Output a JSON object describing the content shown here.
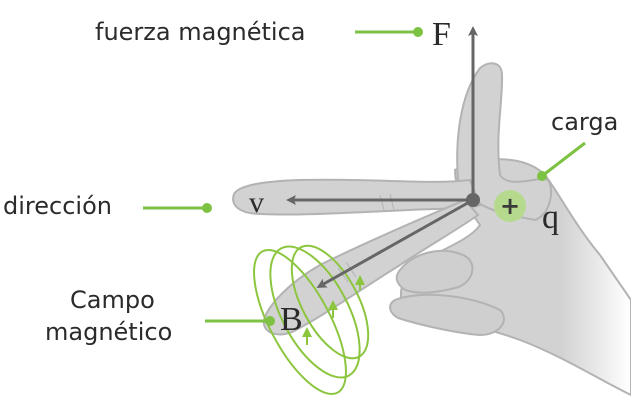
{
  "labels": {
    "force": "fuerza magnética",
    "direction": "dirección",
    "charge": "carga",
    "field_line1": "Campo",
    "field_line2": "magnético"
  },
  "symbols": {
    "force": "F",
    "velocity": "v",
    "field": "B",
    "charge": "q",
    "charge_sign": "+"
  },
  "colors": {
    "leader_green": "#7dc242",
    "field_green": "#8cc63f",
    "hand_fill": "#d2d2d2",
    "hand_stroke": "#b3b3b3",
    "vector": "#666666",
    "charge_fill": "#b5da8e"
  }
}
